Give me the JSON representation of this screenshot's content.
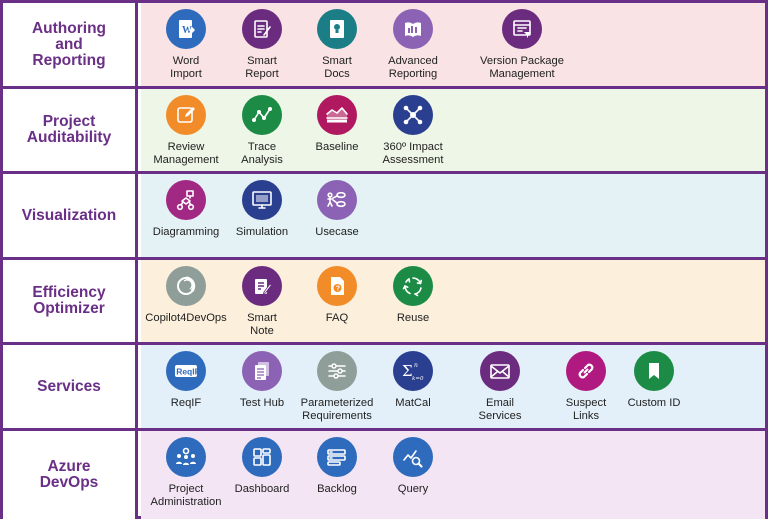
{
  "colors": {
    "border": "#6a2f86",
    "category_text": "#6a2f86"
  },
  "rows": [
    {
      "category": "Authoring\nand\nReporting",
      "bg": "#f9e3e4",
      "items": [
        {
          "label": "Word\nImport",
          "color": "#2f6bbd",
          "icon": "word-doc-icon"
        },
        {
          "label": "Smart\nReport",
          "color": "#6b2c7f",
          "icon": "report-pencil-icon"
        },
        {
          "label": "Smart\nDocs",
          "color": "#1b7e86",
          "icon": "docs-bulb-icon"
        },
        {
          "label": "Advanced\nReporting",
          "color": "#8c62b4",
          "icon": "book-chart-icon"
        },
        {
          "label": "Version Package\nManagement",
          "color": "#6b2c7f",
          "icon": "package-filter-icon"
        }
      ]
    },
    {
      "category": "Project\nAuditability",
      "bg": "#eef6e7",
      "items": [
        {
          "label": "Review\nManagement",
          "color": "#f28c28",
          "icon": "edit-square-icon"
        },
        {
          "label": "Trace\nAnalysis",
          "color": "#1c8b45",
          "icon": "trace-nodes-icon"
        },
        {
          "label": "Baseline",
          "color": "#b0195f",
          "icon": "baseline-icon"
        },
        {
          "label": "360º Impact\nAssessment",
          "color": "#2a3f8f",
          "icon": "network-hub-icon"
        }
      ]
    },
    {
      "category": "Visualization",
      "bg": "#e4f1f5",
      "items": [
        {
          "label": "Diagramming",
          "color": "#a12883",
          "icon": "flow-diagram-icon"
        },
        {
          "label": "Simulation",
          "color": "#2a3f8f",
          "icon": "monitor-icon"
        },
        {
          "label": "Usecase",
          "color": "#8c62b4",
          "icon": "usecase-actor-icon"
        }
      ]
    },
    {
      "category": "Efficiency\nOptimizer",
      "bg": "#fcefdc",
      "items": [
        {
          "label": "Copilot4DevOps",
          "color": "#8f9e99",
          "icon": "copilot-ring-icon"
        },
        {
          "label": "Smart\nNote",
          "color": "#6b2c7f",
          "icon": "note-pencil-icon"
        },
        {
          "label": "FAQ",
          "color": "#f28c28",
          "icon": "faq-doc-icon"
        },
        {
          "label": "Reuse",
          "color": "#1c8b45",
          "icon": "reuse-cycle-icon"
        }
      ]
    },
    {
      "category": "Services",
      "bg": "#e3f0f9",
      "items": [
        {
          "label": "ReqIF",
          "color": "#2f6bbd",
          "icon": "reqif-logo-icon",
          "text": "ReqIF"
        },
        {
          "label": "Test Hub",
          "color": "#8c62b4",
          "icon": "test-pages-icon"
        },
        {
          "label": "Parameterized\nRequirements",
          "color": "#8f9e99",
          "icon": "sliders-icon"
        },
        {
          "label": "MatCal",
          "color": "#2a3f8f",
          "icon": "sigma-formula-icon"
        },
        {
          "label": "Email\nServices",
          "color": "#6b2c7f",
          "icon": "envelope-icon"
        },
        {
          "label": "Suspect\nLinks",
          "color": "#b0197f",
          "icon": "link-chain-icon"
        },
        {
          "label": "Custom ID",
          "color": "#1c8b45",
          "icon": "bookmark-icon"
        }
      ]
    },
    {
      "category": "Azure\nDevOps",
      "bg": "#f3e5f3",
      "items": [
        {
          "label": "Project\nAdministration",
          "color": "#2f6bbd",
          "icon": "team-gear-icon"
        },
        {
          "label": "Dashboard",
          "color": "#2f6bbd",
          "icon": "dashboard-grid-icon"
        },
        {
          "label": "Backlog",
          "color": "#2f6bbd",
          "icon": "backlog-list-icon"
        },
        {
          "label": "Query",
          "color": "#2f6bbd",
          "icon": "query-chart-icon"
        }
      ]
    }
  ]
}
